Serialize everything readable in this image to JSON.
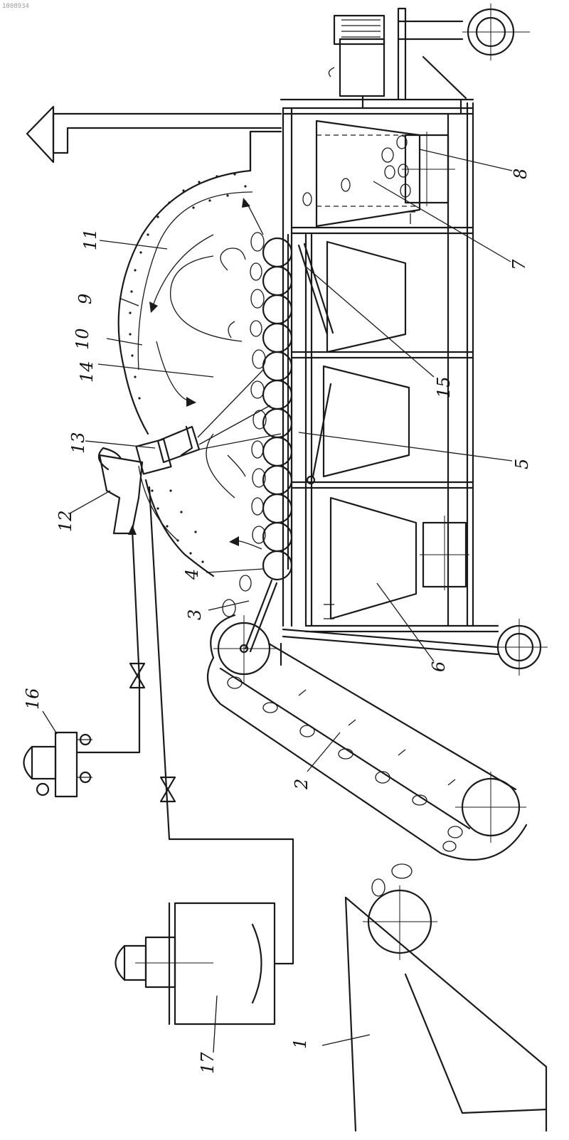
{
  "figure_id": "1008934",
  "labels": [
    "1",
    "2",
    "3",
    "4",
    "5",
    "6",
    "7",
    "8",
    "9",
    "10",
    "11",
    "12",
    "13",
    "14",
    "15",
    "16",
    "17"
  ]
}
